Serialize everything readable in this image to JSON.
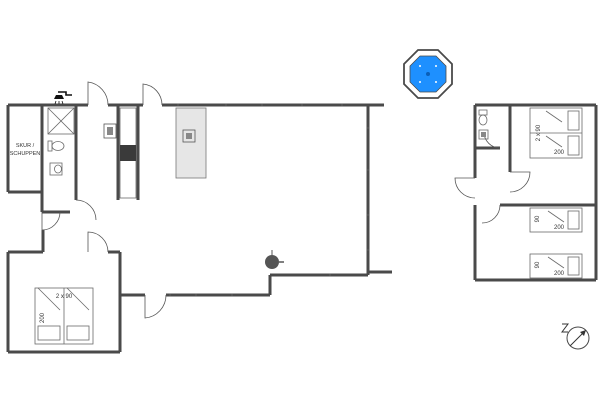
{
  "rooms": {
    "shed_label_line1": "SKUR /",
    "shed_label_line2": "SCHUPPEN"
  },
  "beds": {
    "master_double_width": "2 x 90",
    "master_length": "200",
    "annex_double_width": "2 x 90",
    "annex_double_length": "200",
    "annex_single1_width": "90",
    "annex_single1_length": "200",
    "annex_single2_width": "90",
    "annex_single2_length": "200"
  },
  "icons": {
    "whirlpool": "octagonal-whirlpool-icon",
    "compass": "north-arrow-icon",
    "shower": "shower-head-icon",
    "stove": "wood-stove-icon"
  },
  "colors": {
    "pool_water": "#1e90ff",
    "walls": "#4a4a4a",
    "kitchen_counter": "#e6e6e6",
    "stove": "#3a3a3a"
  }
}
